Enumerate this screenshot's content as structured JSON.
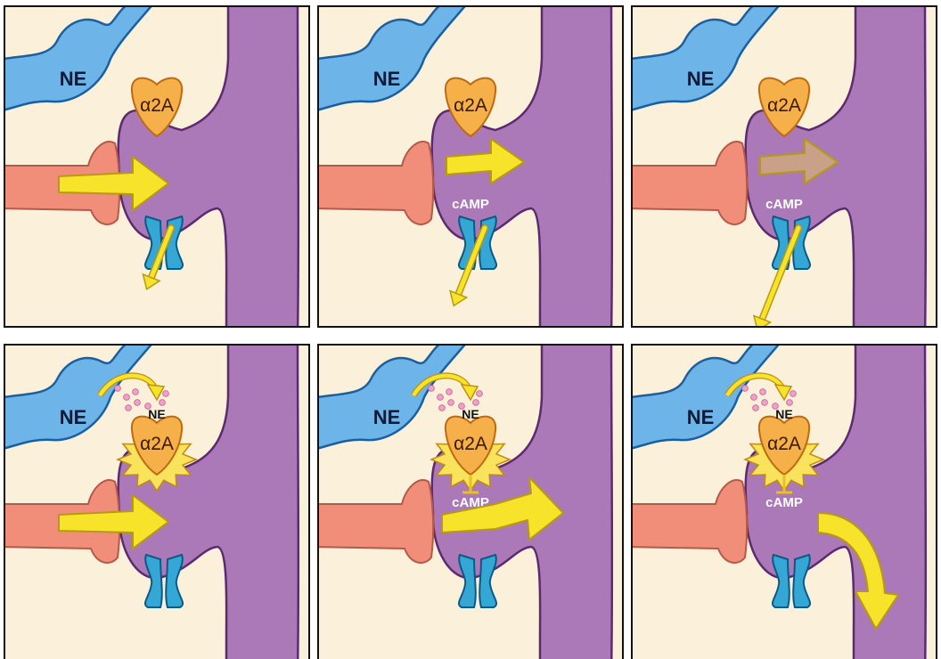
{
  "labels": {
    "ne": "NE",
    "a2a": "α2A",
    "camp": "cAMP",
    "ne_small": "NE"
  },
  "colors": {
    "background": "#fbf1da",
    "spine_fill": "#ab78b8",
    "spine_stroke": "#5c2a6e",
    "ne_fill": "#6db4e8",
    "ne_stroke": "#1b5fa0",
    "axon_fill": "#f08e7a",
    "axon_stroke": "#b45a4a",
    "receptor_fill": "#f5b04a",
    "receptor_stroke": "#c06a10",
    "channel_fill": "#34a7d4",
    "channel_stroke": "#0b5a86",
    "arrow_fill": "#f7e42a",
    "arrow_stroke": "#b89a10",
    "ne_dots": "#f0a0c8"
  },
  "panels": [
    {
      "row": 1,
      "col": 1,
      "camp": false,
      "ne_release": false,
      "signal": "strong",
      "leak": "small"
    },
    {
      "row": 1,
      "col": 2,
      "camp": true,
      "ne_release": false,
      "signal": "strong",
      "leak": "medium"
    },
    {
      "row": 1,
      "col": 3,
      "camp": true,
      "ne_release": false,
      "signal": "weak",
      "leak": "large"
    },
    {
      "row": 2,
      "col": 1,
      "camp": false,
      "ne_release": true,
      "signal": "strong",
      "leak": "none"
    },
    {
      "row": 2,
      "col": 2,
      "camp": true,
      "ne_release": true,
      "signal": "strong",
      "leak": "none"
    },
    {
      "row": 2,
      "col": 3,
      "camp": true,
      "ne_release": true,
      "signal": "propagating",
      "leak": "none"
    }
  ]
}
